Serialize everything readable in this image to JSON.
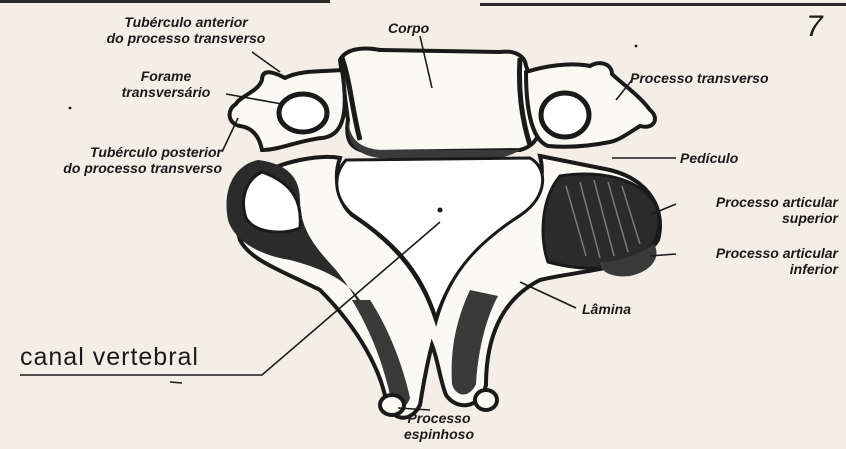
{
  "figure": {
    "page_number": "7",
    "labels": {
      "tuberculo_anterior": [
        "Tubérculo anterior",
        "do processo transverso"
      ],
      "corpo": "Corpo",
      "forame": [
        "Forame",
        "transversário"
      ],
      "tuberculo_posterior": [
        "Tubérculo posterior",
        "do processo transverso"
      ],
      "processo_transverso": "Processo transverso",
      "pediculo": "Pedículo",
      "processo_articular_superior": [
        "Processo articular",
        "superior"
      ],
      "processo_articular_inferior": [
        "Processo articular",
        "inferior"
      ],
      "lamina": "Lâmina",
      "canal_vertebral": "canal vertebral",
      "processo_espinhoso": [
        "Processo",
        "espinhoso"
      ]
    },
    "colors": {
      "paper": "#f3efe6",
      "bone_fill": "#ffffff",
      "bone_outline": "#1a1a1a",
      "bone_shade": "#3a3a3a",
      "leader_line": "#1a1a1a"
    }
  }
}
